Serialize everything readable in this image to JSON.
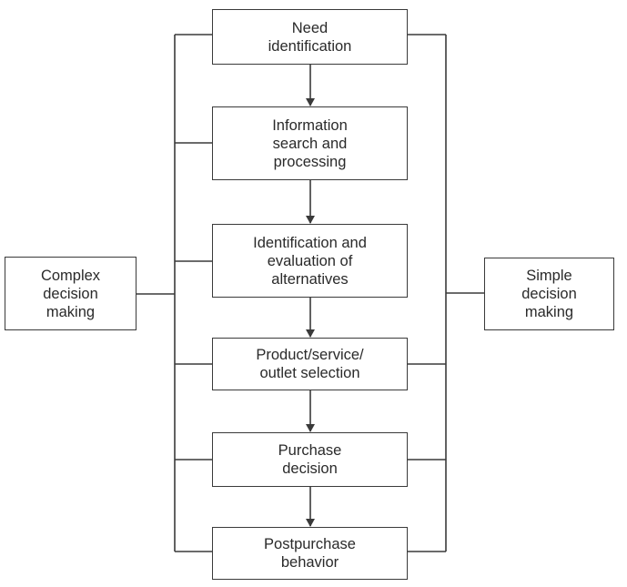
{
  "diagram": {
    "stages": [
      {
        "id": "need",
        "label": "Need\nidentification"
      },
      {
        "id": "search",
        "label": "Information\nsearch and\nprocessing"
      },
      {
        "id": "evaluation",
        "label": "Identification and\nevaluation of\nalternatives"
      },
      {
        "id": "selection",
        "label": "Product/service/\noutlet selection"
      },
      {
        "id": "purchase",
        "label": "Purchase\ndecision"
      },
      {
        "id": "postpurchase",
        "label": "Postpurchase\nbehavior"
      }
    ],
    "left": {
      "label": "Complex\ndecision\nmaking"
    },
    "right": {
      "label": "Simple\ndecision\nmaking"
    },
    "colors": {
      "stroke": "#3a3a3a",
      "text": "#2a2a2a",
      "background": "#ffffff"
    }
  }
}
